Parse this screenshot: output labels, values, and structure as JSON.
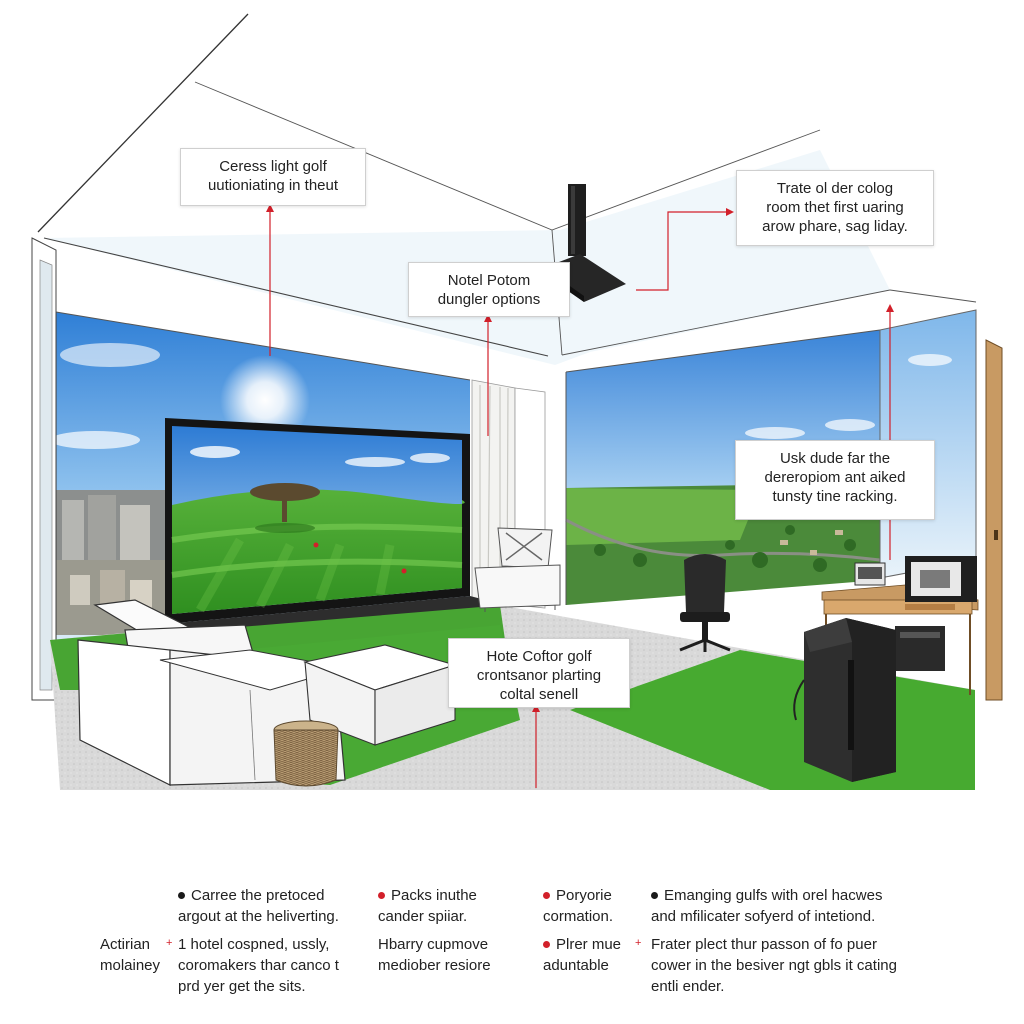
{
  "callouts": {
    "ceiling": [
      "Ceress light golf",
      "uutioniating in theut"
    ],
    "projector": [
      "Notel Potom",
      "dungler options"
    ],
    "room": [
      "Trate ol der colog",
      "room thet first uaring",
      "arow phare, sag liday."
    ],
    "window": [
      "Usk dude far the",
      "dereropiom ant aiked",
      "tunsty tine racking."
    ],
    "floor": [
      "Hote Coftor golf",
      "crontsanor plarting",
      "coltal senell"
    ]
  },
  "legend": {
    "row1": [
      {
        "bullet": "black",
        "lines": [
          "Carree the pretoced",
          "argout at the heliverting."
        ]
      },
      {
        "bullet": "red",
        "lines": [
          "Packs inuthe",
          "cander spiiar."
        ]
      },
      {
        "bullet": "red",
        "lines": [
          "Poryorie",
          "cormation."
        ]
      },
      {
        "bullet": "black",
        "lines": [
          "Emanging gulfs with orel hacwes",
          "and mfilicater sofyerd of intetiond."
        ]
      }
    ],
    "row2_label": [
      "Actirian",
      "molainey"
    ],
    "row2": [
      {
        "bullet": "none",
        "lines": [
          "1 hotel cospned, ussly,",
          "coromakers thar canco t",
          "prd yer get the sits."
        ]
      },
      {
        "bullet": "none",
        "lines": [
          "Hbarry cupmove",
          "mediober resiore"
        ]
      },
      {
        "bullet": "red",
        "lines": [
          "Plrer mue",
          "aduntable"
        ]
      },
      {
        "bullet": "none",
        "lines": [
          "Frater plect thur passon of fo puer",
          "cower in the besiver ngt gbls it cating",
          "entli ender."
        ]
      }
    ]
  },
  "colors": {
    "accent": "#d2202a",
    "turf": "#3fae2a",
    "sky": "#3f8fdc",
    "wall": "#ffffff"
  }
}
